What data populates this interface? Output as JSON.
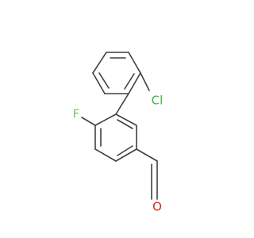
{
  "molecule": {
    "atom_labels": {
      "chlorine": "Cl",
      "fluorine": "F",
      "oxygen": "O"
    },
    "colors": {
      "bond": "#404040",
      "chlorine": "#3cb34a",
      "fluorine": "#7dc86b",
      "oxygen": "#e0201b"
    }
  }
}
